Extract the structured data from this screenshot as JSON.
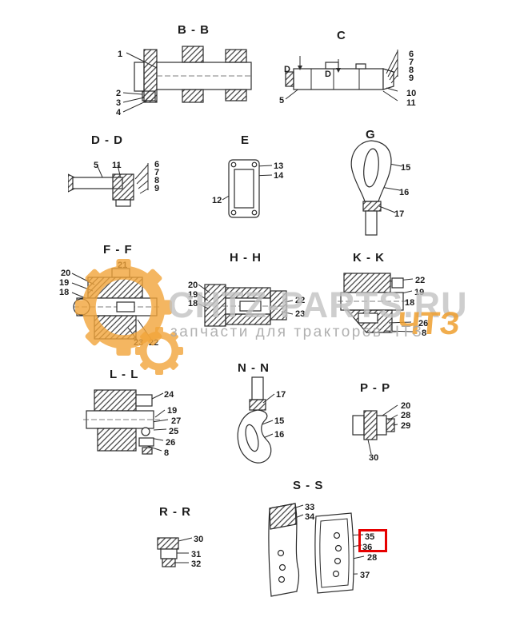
{
  "watermark": {
    "brand": "CHTZ-PARTS.RU",
    "subtitle": "запчасти для тракторов ЧТЗ",
    "logo": "ЧТЗ",
    "accent_color": "#ef9f2e",
    "text_color": "#c2c2c2"
  },
  "highlight": {
    "color": "#e60000",
    "marks": [
      "35",
      "36"
    ]
  },
  "sections": {
    "bb": {
      "title": "B - B",
      "callouts": [
        "1",
        "2",
        "3",
        "4"
      ]
    },
    "c": {
      "title": "C",
      "callouts": [
        "D",
        "D",
        "5",
        "6",
        "7",
        "8",
        "9",
        "10",
        "11"
      ]
    },
    "dd": {
      "title": "D - D",
      "callouts": [
        "5",
        "11",
        "6",
        "7",
        "8",
        "9"
      ]
    },
    "e": {
      "title": "E",
      "callouts": [
        "13",
        "14",
        "12"
      ]
    },
    "g": {
      "title": "G",
      "callouts": [
        "15",
        "16",
        "17"
      ]
    },
    "ff": {
      "title": "F - F",
      "callouts": [
        "20",
        "19",
        "18",
        "21",
        "23",
        "22"
      ]
    },
    "hh": {
      "title": "H - H",
      "callouts": [
        "20",
        "19",
        "18",
        "22",
        "23"
      ]
    },
    "kk": {
      "title": "K - K",
      "callouts": [
        "22",
        "19",
        "18",
        "26",
        "8"
      ]
    },
    "ll": {
      "title": "L - L",
      "callouts": [
        "24",
        "19",
        "27",
        "25",
        "26",
        "8"
      ]
    },
    "nn": {
      "title": "N - N",
      "callouts": [
        "17",
        "15",
        "16"
      ]
    },
    "pp": {
      "title": "P - P",
      "callouts": [
        "20",
        "28",
        "29",
        "30"
      ]
    },
    "rr": {
      "title": "R - R",
      "callouts": [
        "30",
        "31",
        "32"
      ]
    },
    "ss": {
      "title": "S - S",
      "callouts": [
        "33",
        "34",
        "35",
        "36",
        "28",
        "37"
      ]
    }
  }
}
